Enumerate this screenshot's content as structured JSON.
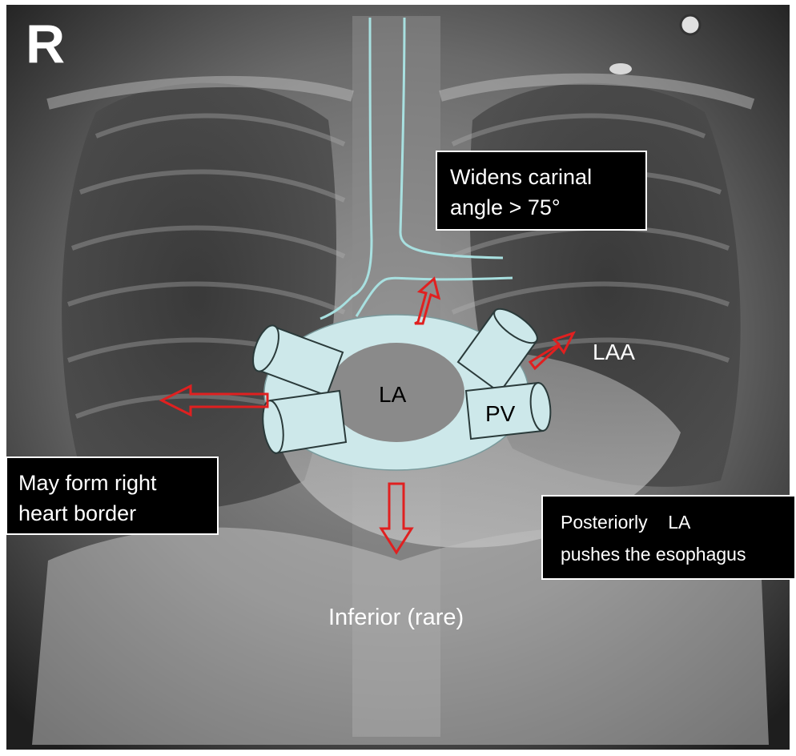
{
  "image": {
    "orientation_marker": "R",
    "description_colors": {
      "xray_background": "#6f6f6f",
      "diagram_fill": "#cde8ea",
      "arrow_color": "#e02020",
      "trachea_outline": "#a8e0e0"
    }
  },
  "annotations": {
    "carinal_angle": {
      "line1": "Widens carinal",
      "line2": "angle > 75°"
    },
    "right_border": {
      "line1": "May form right",
      "line2": "heart border"
    },
    "posterior": {
      "line1": "Posteriorly    LA",
      "line2": "pushes the esophagus"
    },
    "inferior": "Inferior (rare)",
    "laa": "LAA",
    "la": "LA",
    "pv": "PV"
  }
}
